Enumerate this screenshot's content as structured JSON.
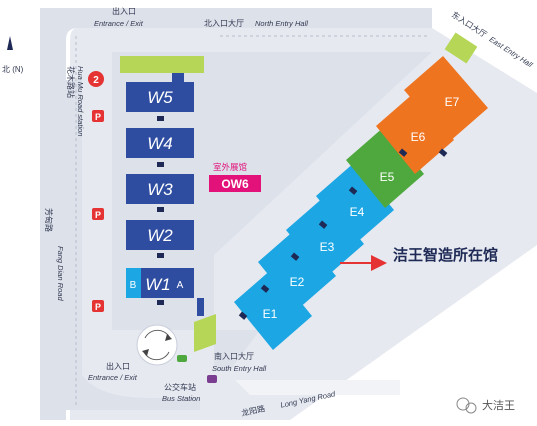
{
  "map": {
    "compass": {
      "symbol": "N",
      "label": "北 (N)"
    },
    "entrances": {
      "top_left": {
        "zh": "出入口",
        "en": "Entrance / Exit"
      },
      "bottom_left": {
        "zh": "出入口",
        "en": "Entrance / Exit"
      },
      "north_hall": {
        "zh": "北入口大厅",
        "en": "North Entry Hall"
      },
      "east_hall": {
        "zh": "东入口大厅",
        "en": "East Entry Hall"
      },
      "south_hall": {
        "zh": "南入口大厅",
        "en": "South Entry Hall"
      },
      "bus_station": {
        "zh": "公交车站",
        "en": "Bus Station"
      }
    },
    "roads": {
      "huamu": {
        "zh": "花木路站",
        "en": "Hua Mu Road station"
      },
      "fangdian": {
        "zh": "芳甸路",
        "en": "Fang Dian Road"
      },
      "longyang": {
        "zh": "龙阳路",
        "en": "Long Yang Road"
      }
    },
    "metro_number": "2",
    "parking_label": "P",
    "outdoor": {
      "zh": "室外展馆",
      "code": "OW6"
    },
    "halls_w": [
      "W5",
      "W4",
      "W3",
      "W2",
      "W1"
    ],
    "w1_sections": [
      "B",
      "A"
    ],
    "halls_e": [
      "E1",
      "E2",
      "E3",
      "E4",
      "E5",
      "E6",
      "E7"
    ],
    "callout": "洁王智造所在馆",
    "watermark": "大洁王",
    "colors": {
      "w_hall": "#2e4da0",
      "e_blue": "#1ca7e4",
      "e5_green": "#4ea83d",
      "e_orange": "#ef7420",
      "pink": "#e3127a",
      "lime": "#b6d657",
      "site_bg": "#dde1ea",
      "arrow_red": "#e53333"
    }
  }
}
